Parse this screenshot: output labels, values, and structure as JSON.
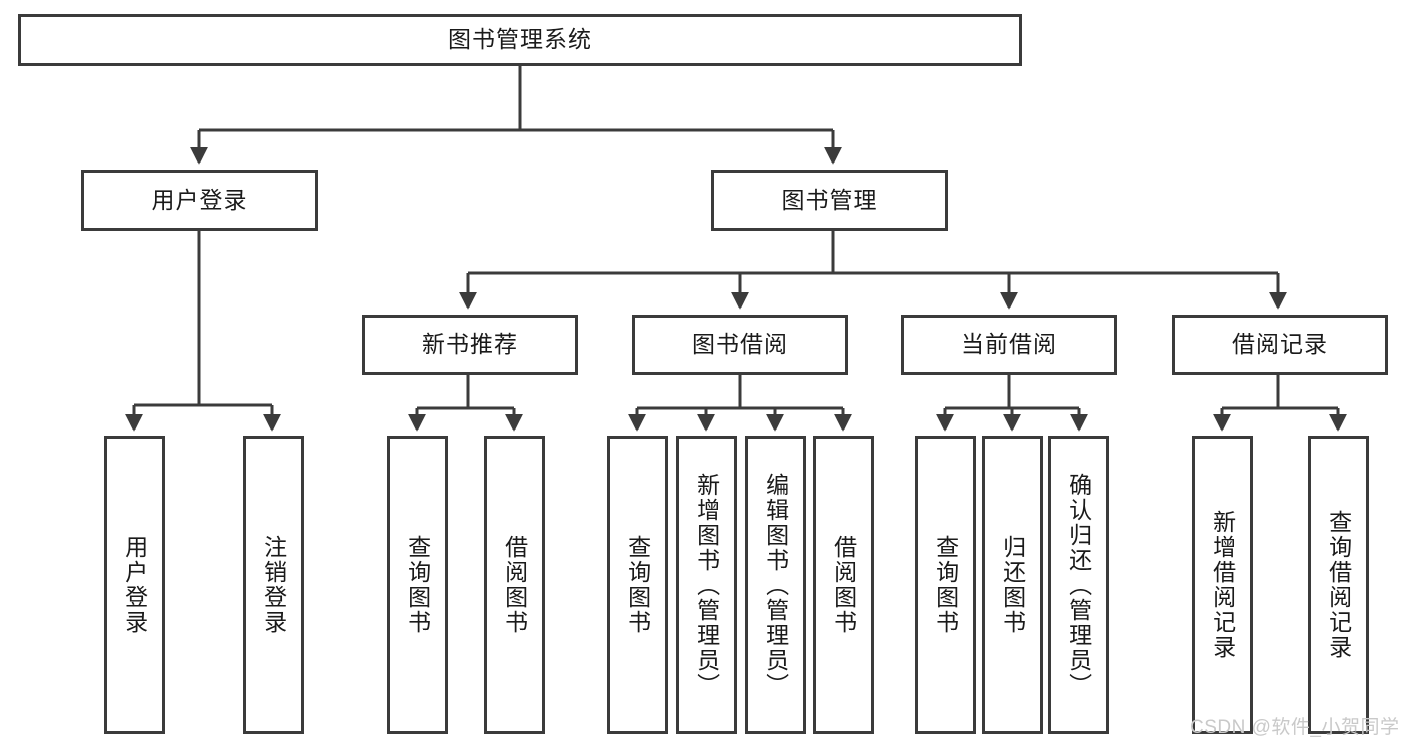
{
  "diagram": {
    "title": "图书管理系统",
    "type": "hierarchy-tree",
    "colors": {
      "box_border": "#3b3b3b",
      "box_fill": "#ffffff",
      "edge": "#3b3b3b",
      "text": "#1a1a1a",
      "watermark": "#c9c9c9"
    },
    "root": {
      "label": "图书管理系统"
    },
    "level2": [
      {
        "label": "用户登录"
      },
      {
        "label": "图书管理"
      }
    ],
    "level3": [
      {
        "label": "新书推荐"
      },
      {
        "label": "图书借阅"
      },
      {
        "label": "当前借阅"
      },
      {
        "label": "借阅记录"
      }
    ],
    "leaves": {
      "user_login": [
        {
          "label": "用户登录"
        },
        {
          "label": "注销登录"
        }
      ],
      "new_book_recommend": [
        {
          "label": "查询图书"
        },
        {
          "label": "借阅图书"
        }
      ],
      "book_borrow": [
        {
          "label": "查询图书"
        },
        {
          "label": "新增图书（管理员）"
        },
        {
          "label": "编辑图书（管理员）"
        },
        {
          "label": "借阅图书"
        }
      ],
      "current_borrow": [
        {
          "label": "查询图书"
        },
        {
          "label": "归还图书"
        },
        {
          "label": "确认归还（管理员）"
        }
      ],
      "borrow_record": [
        {
          "label": "新增借阅记录"
        },
        {
          "label": "查询借阅记录"
        }
      ]
    }
  },
  "watermark": {
    "text": "CSDN @软件_小贺同学"
  }
}
